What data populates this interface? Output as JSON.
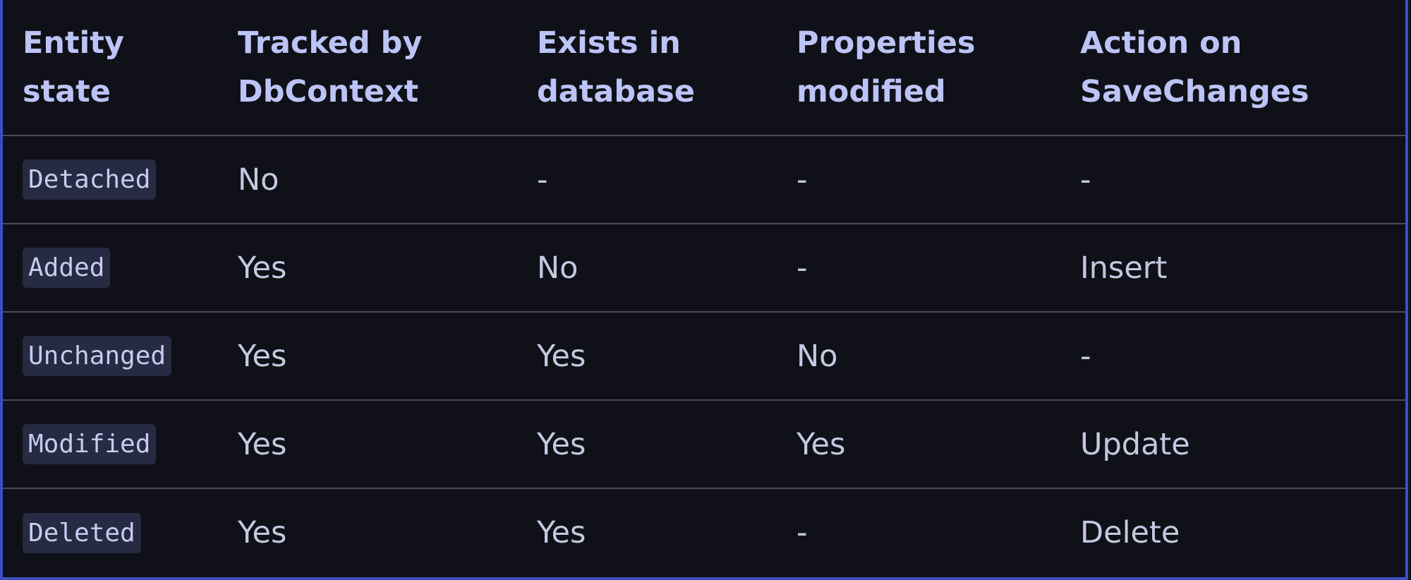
{
  "table": {
    "headers": [
      "Entity state",
      "Tracked by DbContext",
      "Exists in database",
      "Properties modified",
      "Action on SaveChanges"
    ],
    "rows": [
      [
        "Detached",
        "No",
        "-",
        "-",
        "-"
      ],
      [
        "Added",
        "Yes",
        "No",
        "-",
        "Insert"
      ],
      [
        "Unchanged",
        "Yes",
        "Yes",
        "No",
        "-"
      ],
      [
        "Modified",
        "Yes",
        "Yes",
        "Yes",
        "Update"
      ],
      [
        "Deleted",
        "Yes",
        "Yes",
        "-",
        "Delete"
      ]
    ]
  },
  "colors": {
    "background": "#101118",
    "header_text": "#bcc3f6",
    "cell_text": "#c4c8e0",
    "code_bg": "#262a42",
    "border_accent": "#3a4fbf",
    "row_divider": "#4a4c55"
  }
}
